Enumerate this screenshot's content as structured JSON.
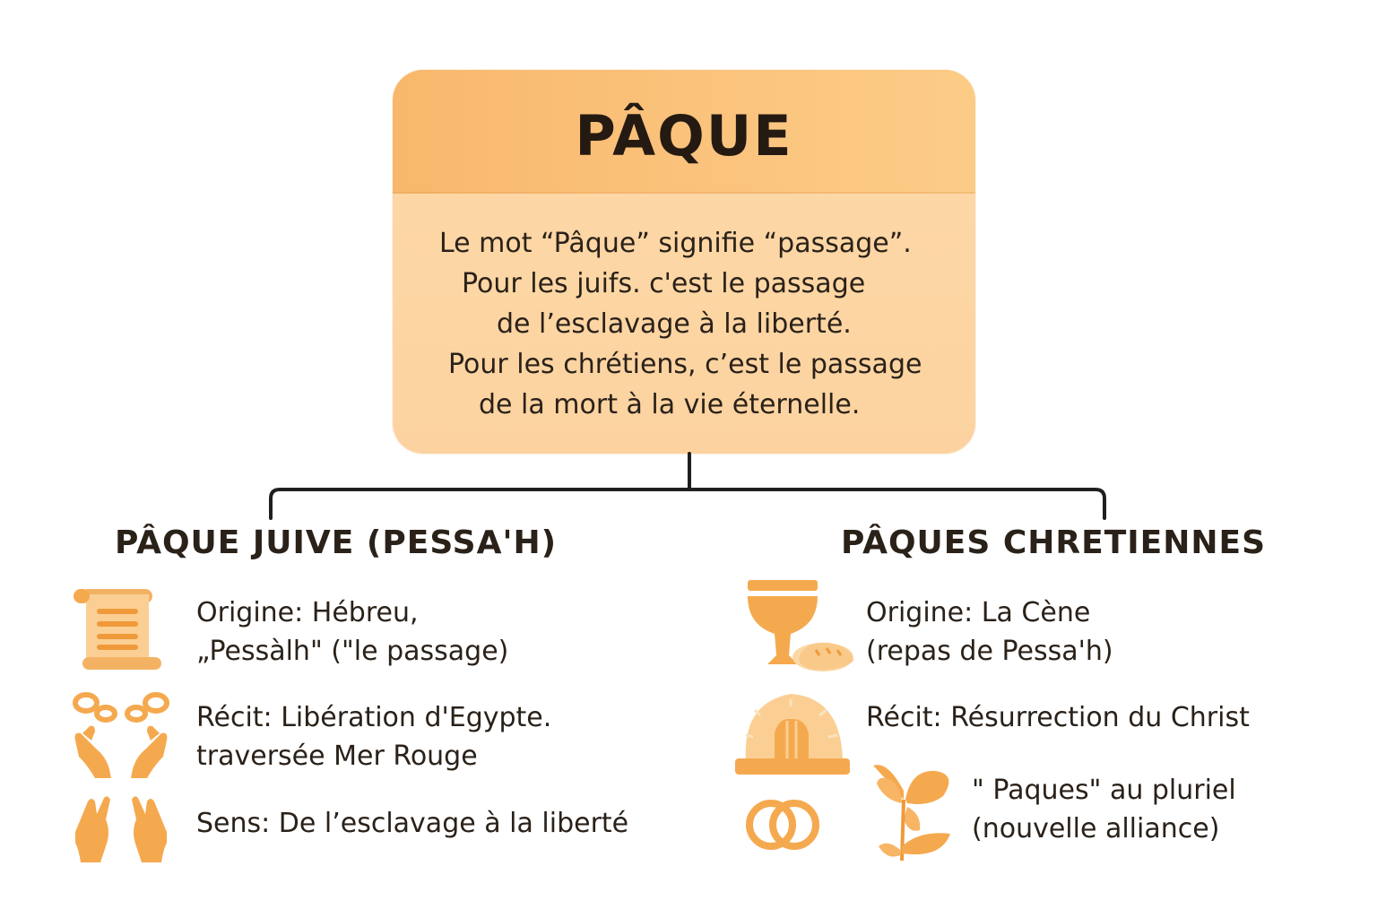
{
  "title": "PÂQUE",
  "definition": {
    "lines": [
      "Le mot “Pâque” signifie “passage”.",
      "Pour les juifs. c'est le passage",
      "de l’esclavage à la liberté.",
      "Pour les chrétiens, c’est le passage",
      "de la mort à la vie éternelle."
    ]
  },
  "left_branch": {
    "title": "PÂQUE JUIVE (PESSA'H)",
    "items": [
      {
        "icon": "scroll-icon",
        "lines": [
          "Origine: Hébreu,",
          "„Pessàlh\" (\"le passage)"
        ]
      },
      {
        "icon": "broken-chains-hands-icon",
        "lines": [
          "Récit: Libération d'Egypte.",
          "traversée Mer Rouge"
        ]
      },
      {
        "icon": "open-hands-icon",
        "lines": [
          "Sens: De l’esclavage à la liberté"
        ]
      }
    ]
  },
  "right_branch": {
    "title": "PÂQUES CHRETIENNES",
    "items": [
      {
        "icon": "chalice-bread-icon",
        "lines": [
          "Origine: La Cène",
          "(repas de Pessa'h)"
        ]
      },
      {
        "icon": "empty-tomb-icon",
        "lines": [
          "Récit: Résurrection du Christ"
        ]
      },
      {
        "icon": "rings-butterfly-icon",
        "lines": [
          "\" Paques\" au pluriel",
          "(nouvelle alliance)"
        ]
      }
    ]
  },
  "colors": {
    "accent": "#f5a94f",
    "header": "#f8b86c",
    "card": "#fdd9a8",
    "text": "#241a12"
  }
}
